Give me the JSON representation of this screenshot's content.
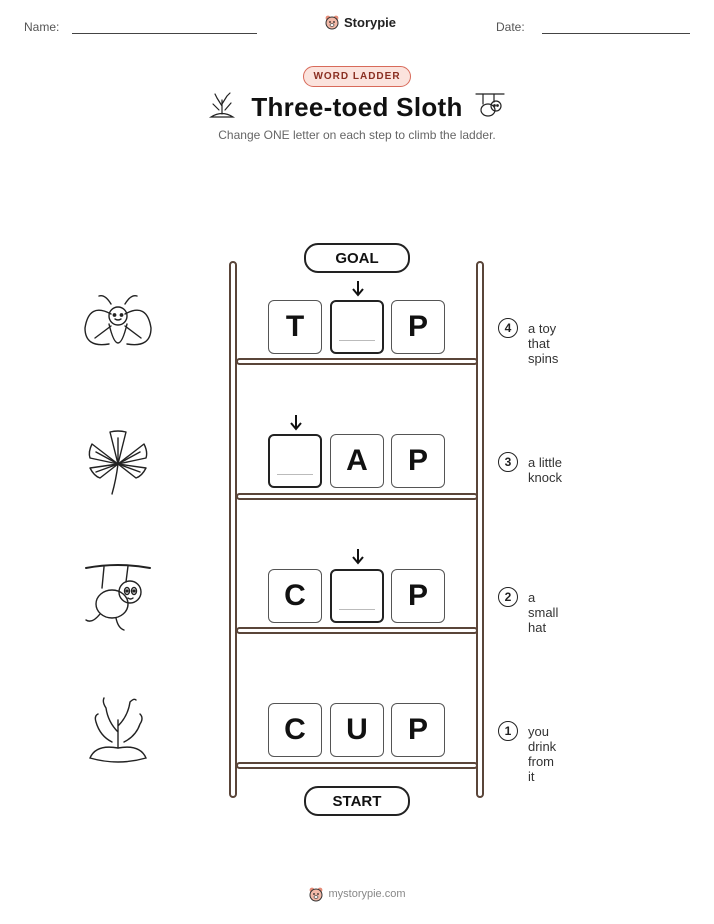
{
  "header": {
    "name_label": "Name:",
    "date_label": "Date:",
    "brand": "Storypie"
  },
  "badge": "WORD LADDER",
  "title": "Three-toed Sloth",
  "subtitle": "Change ONE letter on each step to climb the ladder.",
  "goal_label": "GOAL",
  "start_label": "START",
  "steps": [
    {
      "number": "4",
      "clue": "a toy that spins",
      "letters": [
        "T",
        "",
        "P"
      ],
      "blank_index": 1,
      "picture": "moth-icon"
    },
    {
      "number": "3",
      "clue": "a little knock",
      "letters": [
        "",
        "A",
        "P"
      ],
      "blank_index": 0,
      "picture": "leaf-icon"
    },
    {
      "number": "2",
      "clue": "a small hat",
      "letters": [
        "C",
        "",
        "P"
      ],
      "blank_index": 1,
      "picture": "sloth-icon"
    },
    {
      "number": "1",
      "clue": "you drink from it",
      "letters": [
        "C",
        "U",
        "P"
      ],
      "blank_index": -1,
      "picture": "coral-icon"
    }
  ],
  "footer": "mystorypie.com",
  "colors": {
    "badge_border": "#d86a5a",
    "badge_fill": "#fbe3dd",
    "ladder": "#5a4539"
  }
}
